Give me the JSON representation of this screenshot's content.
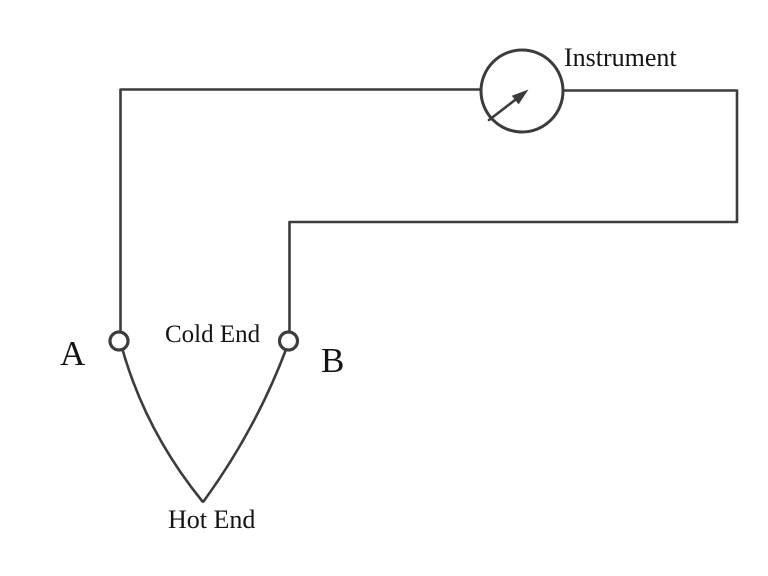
{
  "page": {
    "background": "#ffffff"
  },
  "diagram": {
    "stroke_color": "#3c3c3c",
    "text_color": "#141414",
    "labels": {
      "instrument": "Instrument",
      "terminal_a": "A",
      "terminal_b": "B",
      "cold_end": "Cold End",
      "hot_end": "Hot End"
    },
    "icons": {
      "instrument_dial": "analog-meter-dial-icon",
      "needle": "meter-needle-icon",
      "junction_a": "open-circle-terminal",
      "junction_b": "open-circle-terminal"
    }
  }
}
